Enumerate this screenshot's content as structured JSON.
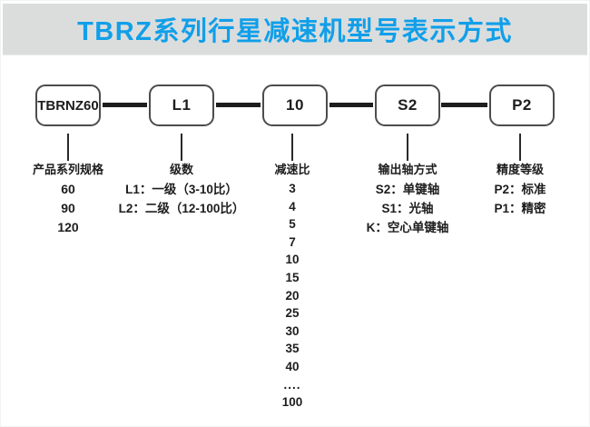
{
  "title": "TBRZ系列行星减速机型号表示方式",
  "colors": {
    "title_blue": "#119fe9",
    "banner_gray": "#dbdddd",
    "line_black": "#1d1d1d"
  },
  "model_boxes": [
    {
      "code": "TBRNZ60"
    },
    {
      "code": "L1"
    },
    {
      "code": "10"
    },
    {
      "code": "S2"
    },
    {
      "code": "P2"
    }
  ],
  "segments": [
    {
      "header": "产品系列规格",
      "items": [
        "60",
        "90",
        "120"
      ]
    },
    {
      "header": "级数",
      "items": [
        "L1：一级（3-10比）",
        "L2：二级（12-100比）"
      ]
    },
    {
      "header": "减速比",
      "items": [
        "3",
        "4",
        "5",
        "7",
        "10",
        "15",
        "20",
        "25",
        "30",
        "35",
        "40",
        "....",
        "100"
      ]
    },
    {
      "header": "输出轴方式",
      "items": [
        "S2：单键轴",
        "S1：光轴",
        "K：空心单键轴"
      ]
    },
    {
      "header": "精度等级",
      "items": [
        "P2：标准",
        "P1：精密"
      ]
    }
  ]
}
